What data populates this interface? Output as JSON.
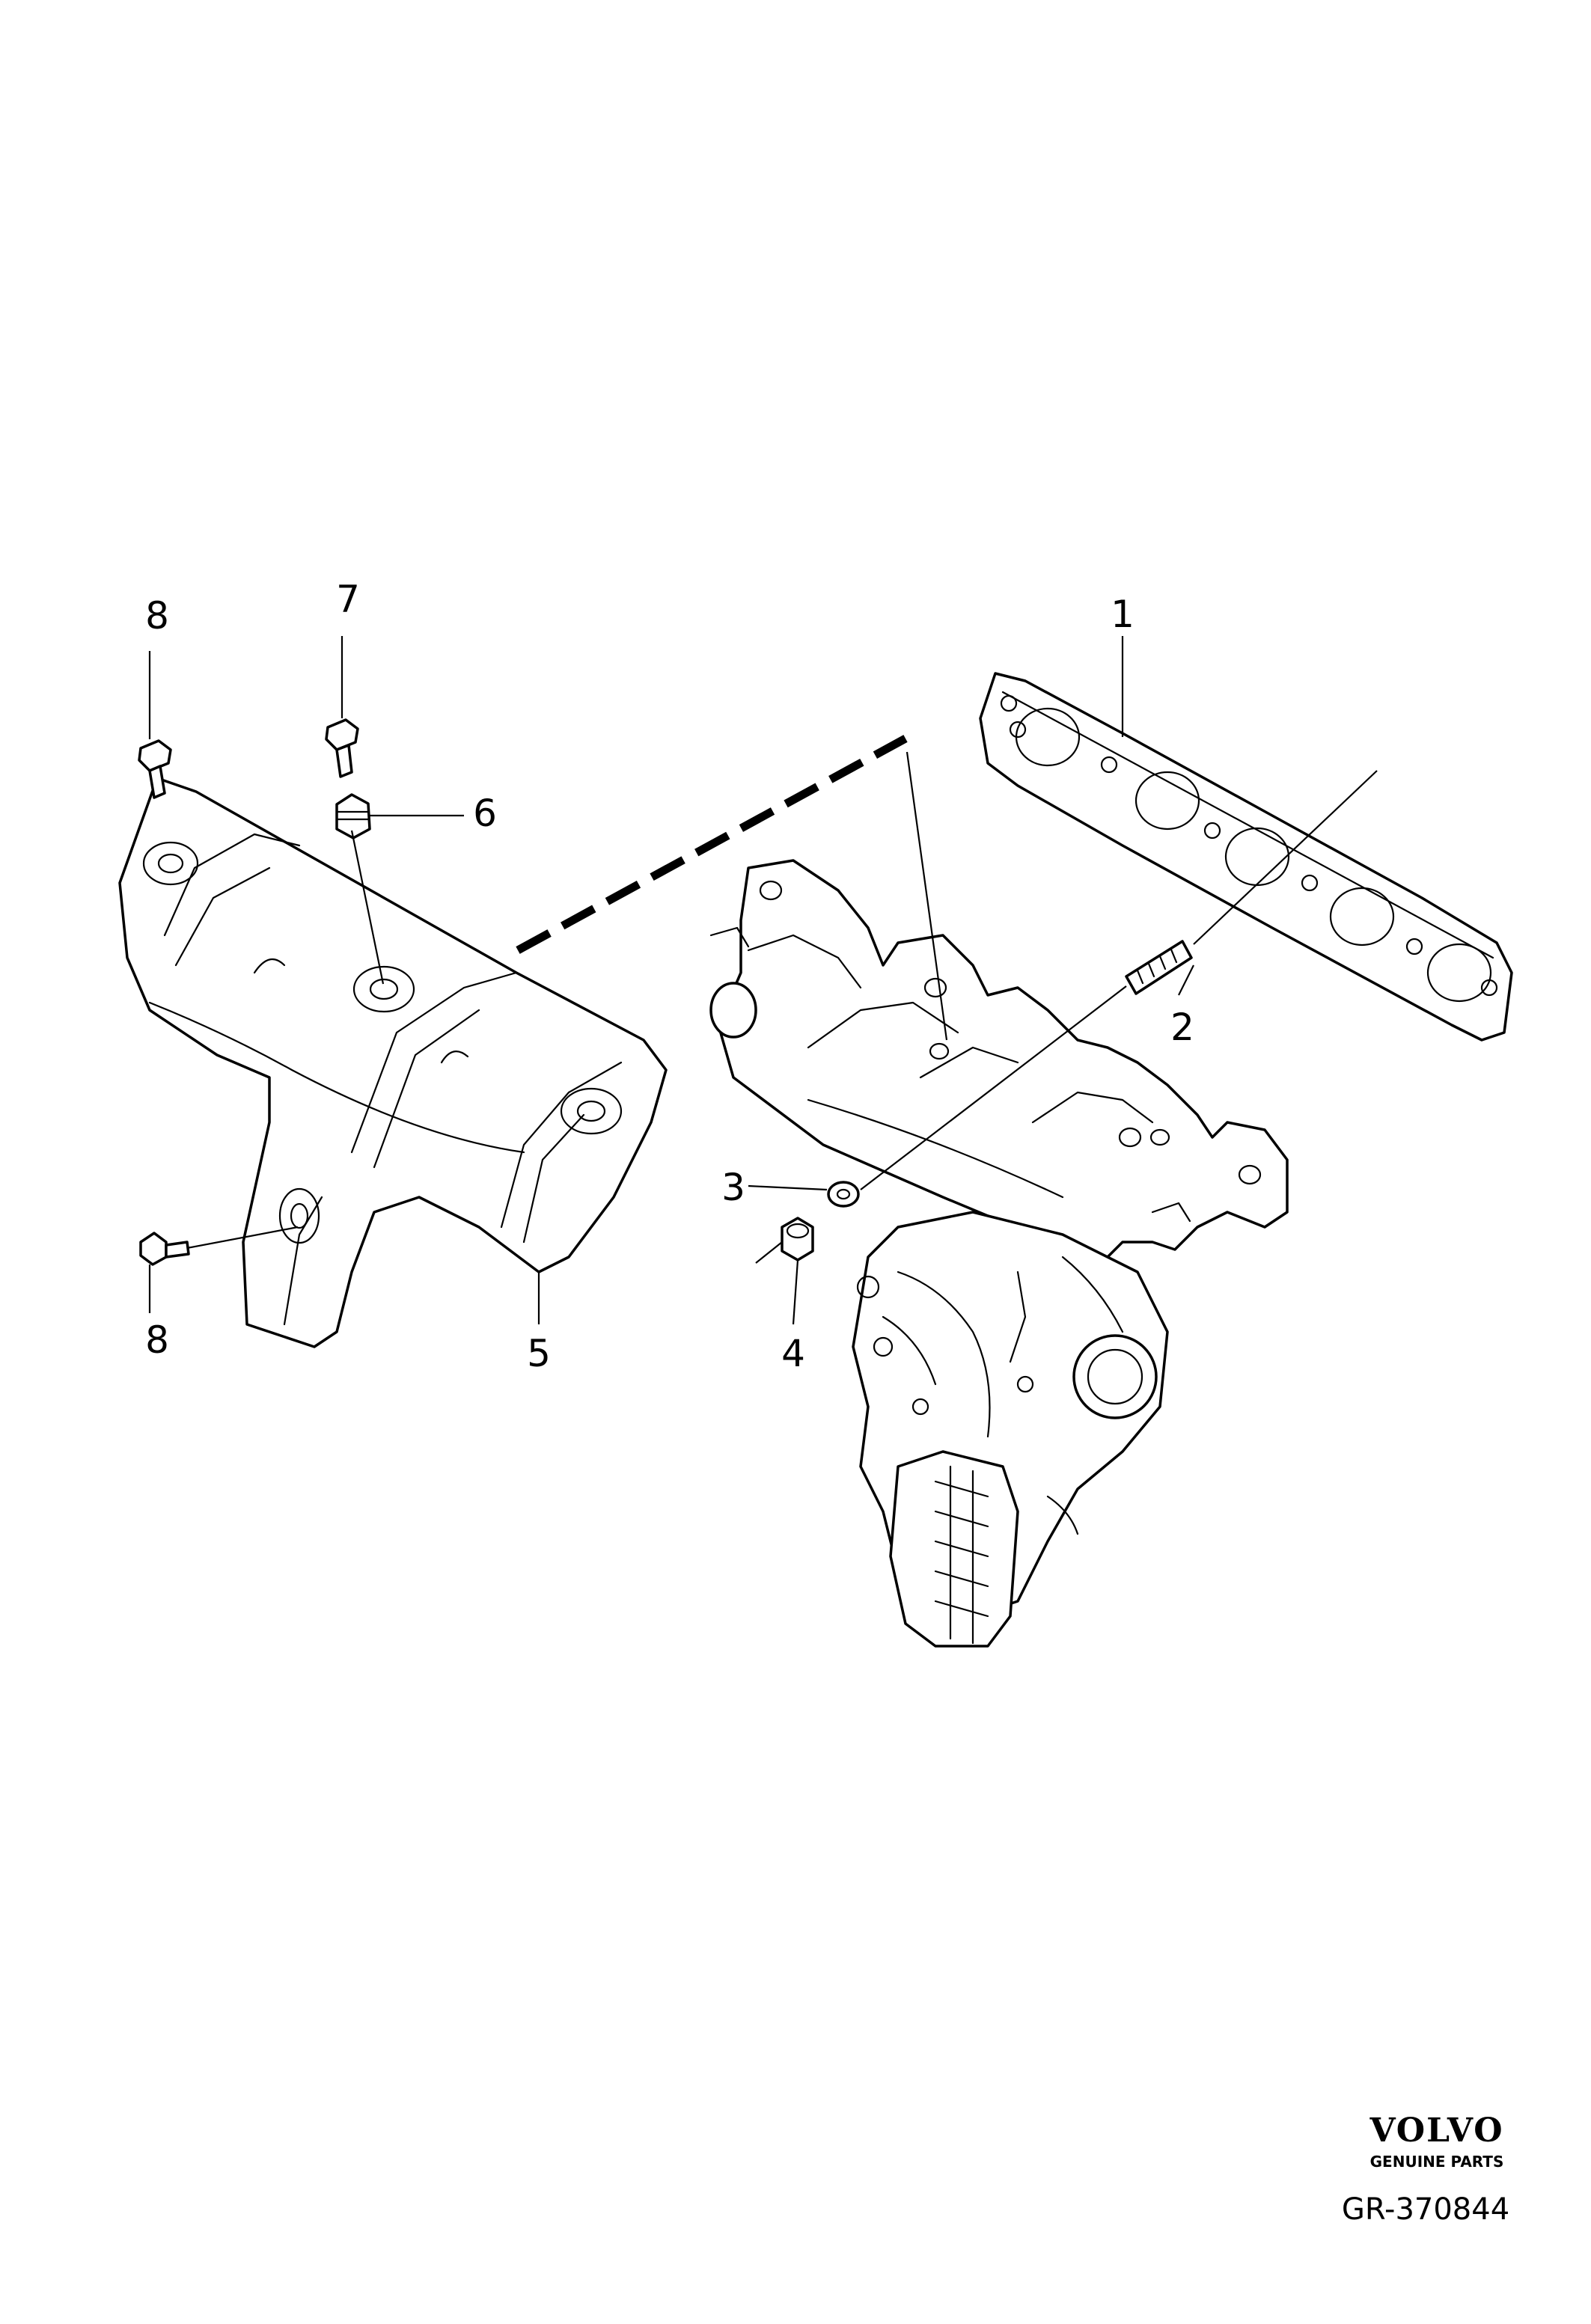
{
  "callouts": [
    {
      "id": "c1",
      "text": "1"
    },
    {
      "id": "c2",
      "text": "2"
    },
    {
      "id": "c3",
      "text": "3"
    },
    {
      "id": "c4",
      "text": "4"
    },
    {
      "id": "c5",
      "text": "5"
    },
    {
      "id": "c6",
      "text": "6"
    },
    {
      "id": "c7",
      "text": "7"
    },
    {
      "id": "c8a",
      "text": "8"
    },
    {
      "id": "c8b",
      "text": "8"
    }
  ],
  "brand": {
    "logo_text": "VOLVO",
    "tagline": "GENUINE PARTS"
  },
  "reference": "GR-370844"
}
